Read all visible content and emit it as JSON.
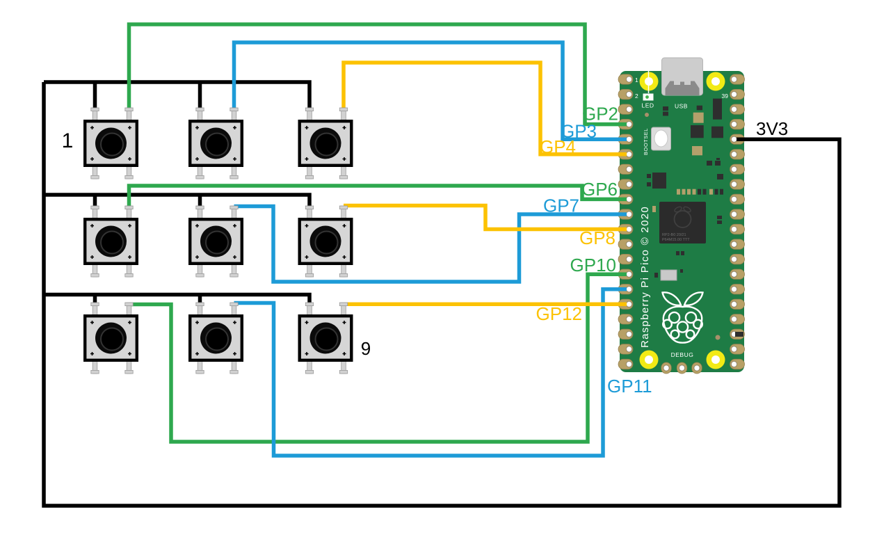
{
  "labels": {
    "first_button": "1",
    "last_button": "9",
    "power": "3V3"
  },
  "wires": [
    {
      "label": "GP2",
      "color": "green"
    },
    {
      "label": "GP3",
      "color": "blue"
    },
    {
      "label": "GP4",
      "color": "yellow"
    },
    {
      "label": "GP6",
      "color": "green"
    },
    {
      "label": "GP7",
      "color": "blue"
    },
    {
      "label": "GP8",
      "color": "yellow"
    },
    {
      "label": "GP10",
      "color": "green"
    },
    {
      "label": "GP11",
      "color": "blue"
    },
    {
      "label": "GP12",
      "color": "yellow"
    }
  ],
  "pico": {
    "texts": {
      "led": "LED",
      "usb": "USB",
      "bootsel": "BOOTSEL",
      "debug": "DEBUG",
      "copyright": "Raspberry Pi Pico © 2020",
      "pin1": "1",
      "pin2": "2",
      "pin39": "39",
      "chip_line1": "RP2-B0 20/21",
      "chip_line2": "P64M15.00 TTT"
    }
  },
  "colors": {
    "wire_green": "#2EA84E",
    "wire_blue": "#1D9BD7",
    "wire_yellow": "#FCC203",
    "wire_black": "#000000",
    "board_green": "#1E7C45",
    "pad_gold": "#B7A066",
    "mount_yellow": "#F2EA15",
    "usb_gray": "#CDCDCD",
    "usb_dark": "#8A8A8A",
    "button_gray": "#D6D6D6",
    "chip_dark": "#2B2B2B"
  }
}
